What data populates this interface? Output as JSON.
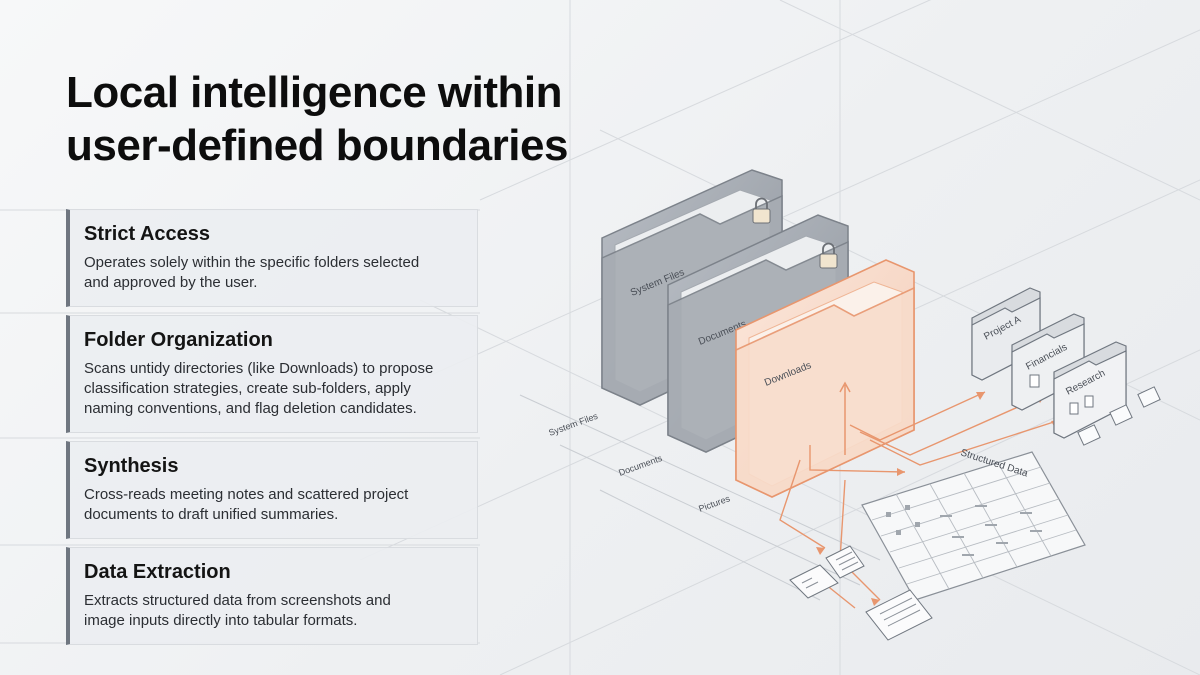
{
  "title": {
    "line1": "Local intelligence within",
    "line2": "user-defined boundaries"
  },
  "features": [
    {
      "heading": "Strict Access",
      "line1": "Operates solely within the specific folders selected",
      "line2": "and approved by the user.",
      "line3": ""
    },
    {
      "heading": "Folder Organization",
      "line1": "Scans untidy directories (like Downloads) to propose",
      "line2": "classification strategies, create sub-folders, apply",
      "line3": "naming conventions, and flag deletion candidates."
    },
    {
      "heading": "Synthesis",
      "line1": "Cross-reads meeting notes and scattered project",
      "line2": "documents to draft unified summaries.",
      "line3": ""
    },
    {
      "heading": "Data Extraction",
      "line1": "Extracts structured data from screenshots and",
      "line2": "image inputs directly into tabular formats.",
      "line3": ""
    }
  ],
  "diagram": {
    "folders": {
      "system_files": "System Files",
      "documents": "Documents",
      "downloads": "Downloads"
    },
    "floor_labels": {
      "system_files": "System Files",
      "documents": "Documents",
      "pictures": "Pictures"
    },
    "subfolders": {
      "project_a": "Project A",
      "financials": "Financials",
      "research": "Research"
    },
    "table_label": "Structured Data",
    "icons": [
      "lock-icon",
      "lock-icon",
      "image-icon",
      "document-icon",
      "table-icon"
    ],
    "colors": {
      "accent": "#e8966e",
      "locked_folder": "#9aa0a8",
      "text": "#111111"
    }
  }
}
